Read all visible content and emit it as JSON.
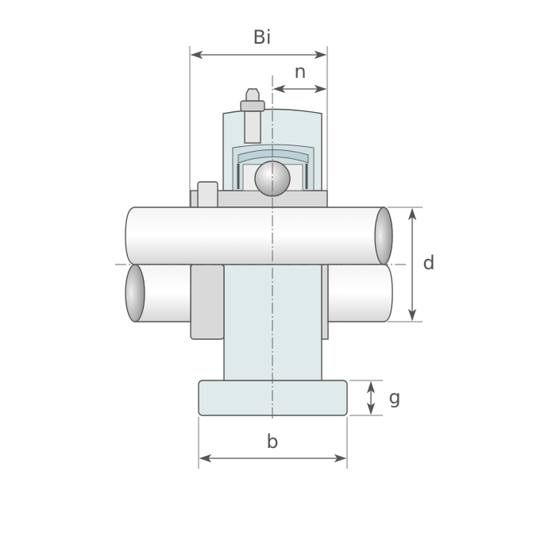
{
  "diagram": {
    "labels": {
      "Bi": "Bi",
      "n": "n",
      "d": "d",
      "g": "g",
      "b": "b"
    },
    "colors": {
      "housing": "#dfebeb",
      "seal": "#b9d3d8",
      "steel": "#d9d9d9",
      "line": "#555555"
    }
  }
}
